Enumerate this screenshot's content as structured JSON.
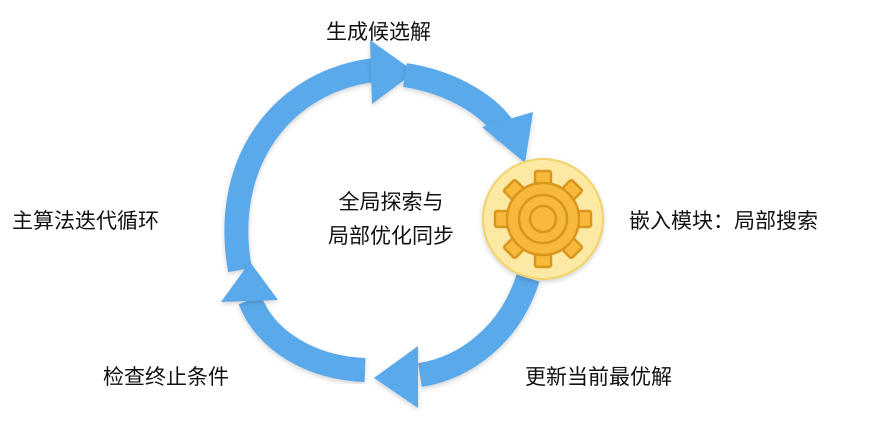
{
  "labels": {
    "top": "生成候选解",
    "right": "嵌入模块：局部搜索",
    "bottom_right": "更新当前最优解",
    "bottom_left": "检查终止条件",
    "left": "主算法迭代循环"
  },
  "center": {
    "line1": "全局探索与",
    "line2": "局部优化同步"
  },
  "colors": {
    "arrow": "#5aa9ea",
    "gear_circle": "#fbe9a4",
    "gear_fill": "#f6b93b",
    "gear_stroke": "#d9961c"
  },
  "icons": {
    "module": "gear-icon"
  }
}
